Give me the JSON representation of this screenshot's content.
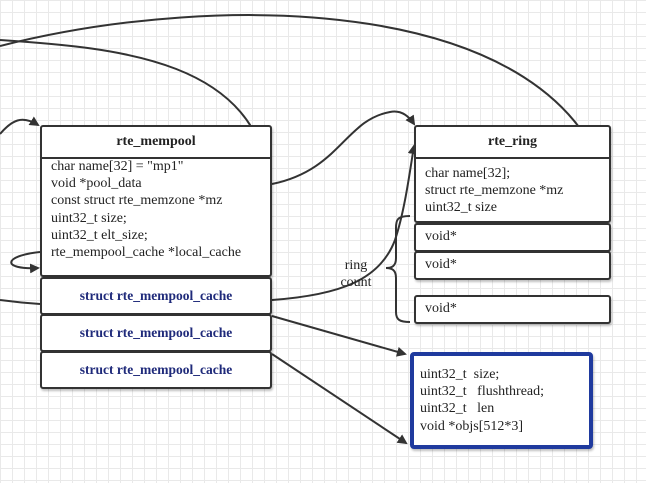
{
  "mempool": {
    "title": "rte_mempool",
    "fields": [
      "char name[32] = \"mp1\"",
      "void *pool_data",
      "const struct rte_memzone *mz",
      "uint32_t size;",
      "uint32_t elt_size;",
      "rte_mempool_cache *local_cache"
    ],
    "caches": [
      "struct rte_mempool_cache",
      "struct rte_mempool_cache",
      "struct rte_mempool_cache"
    ]
  },
  "ring": {
    "title": "rte_ring",
    "fields": [
      "char name[32];",
      "struct rte_memzone *mz",
      "uint32_t size"
    ],
    "slots": [
      "void*",
      "void*",
      "void*"
    ]
  },
  "ring_count_label": [
    "ring",
    "count"
  ],
  "local_cache": {
    "fields": [
      "uint32_t  size;",
      "uint32_t   flushthread;",
      "uint32_t   len",
      "void *objs[512*3]"
    ]
  },
  "colors": {
    "line": "#333333",
    "cache_text": "#1f2a7a",
    "highlight_border": "#1f3a9e",
    "grid": "#e9e9e9"
  }
}
